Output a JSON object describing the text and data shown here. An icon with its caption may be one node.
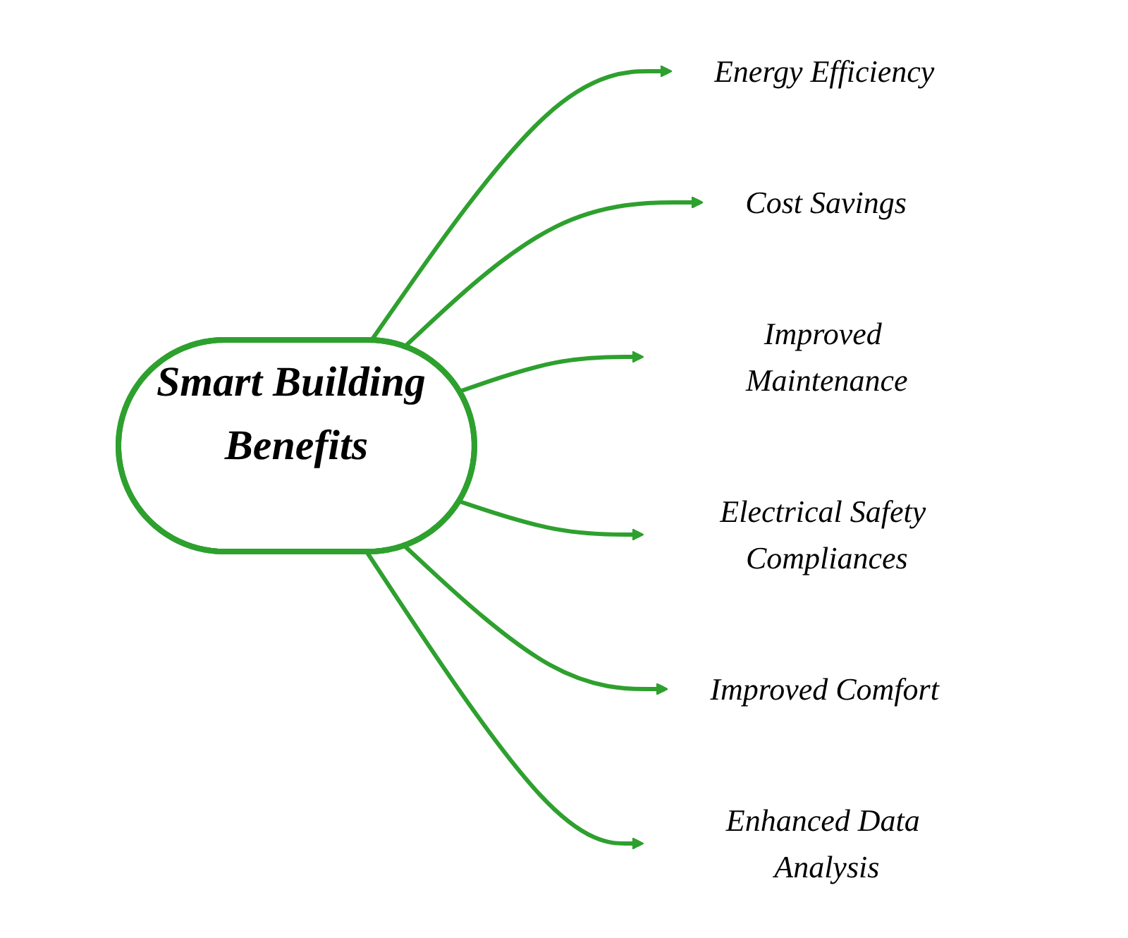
{
  "diagram": {
    "nodes": [
      {
        "text": [
          "Smart Building Benefits"
        ]
      },
      {
        "text": [
          "Energy Efficiency"
        ]
      },
      {
        "text": [
          "Cost Savings"
        ]
      },
      {
        "text": [
          "Improved Maintenance"
        ]
      },
      {
        "text": [
          "Electrical Safety Compliances"
        ]
      },
      {
        "text": [
          "Improved Comfort"
        ]
      },
      {
        "text": [
          "Enhanced Data Analysis"
        ]
      }
    ],
    "edges": [
      {
        "from": 0,
        "to": 1,
        "arrow": "to"
      },
      {
        "from": 0,
        "to": 2,
        "arrow": "to"
      },
      {
        "from": 0,
        "to": 3,
        "arrow": "to"
      },
      {
        "from": 0,
        "to": 4,
        "arrow": "to"
      },
      {
        "from": 0,
        "to": 5,
        "arrow": "to"
      },
      {
        "from": 0,
        "to": 6,
        "arrow": "to"
      }
    ]
  }
}
